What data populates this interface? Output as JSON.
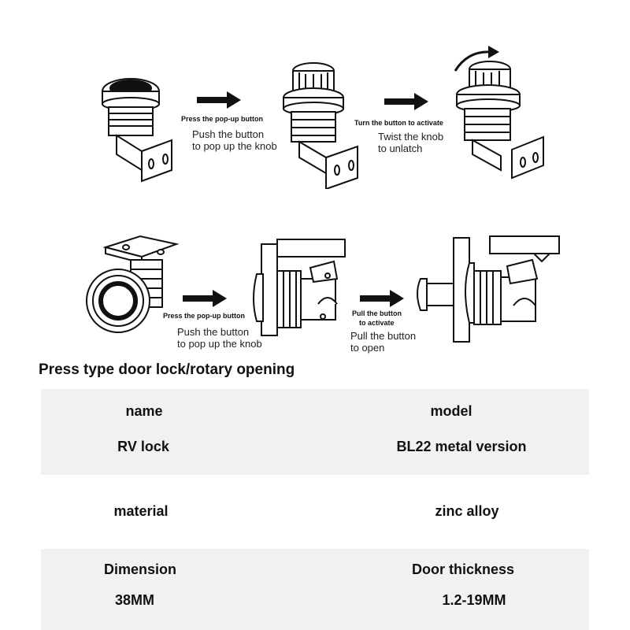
{
  "steps_top": [
    {
      "small": "Press the pop-up button",
      "line1": "Push the button",
      "line2": "to pop up the knob"
    },
    {
      "small": "Turn the button to activate",
      "line1": "Twist the knob",
      "line2": "to unlatch"
    }
  ],
  "steps_bottom": [
    {
      "small": "Press the pop-up button",
      "line1": "Push the button",
      "line2": "to pop up the knob"
    },
    {
      "small_line1": "Pull the button",
      "small_line2": "to activate",
      "line1": "Pull the button",
      "line2": "to open"
    }
  ],
  "title": "Press type door lock/rotary opening",
  "spec": {
    "rows": [
      {
        "left": [
          "name",
          "RV lock"
        ],
        "right": [
          "model",
          "BL22 metal version"
        ]
      },
      {
        "left": [
          "material"
        ],
        "right": [
          "zinc alloy"
        ]
      },
      {
        "left": [
          "Dimension",
          "38MM"
        ],
        "right": [
          "Door thickness",
          "1.2-19MM"
        ]
      }
    ]
  },
  "colors": {
    "ink": "#111111",
    "band": "#f1f1f1"
  }
}
